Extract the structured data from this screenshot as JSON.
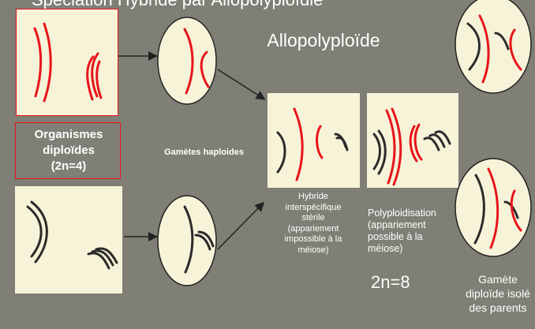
{
  "slide": {
    "background": "#7f7f76",
    "panel_color": "#f6f3d9",
    "chromosome_red": "#e8141a",
    "chromosome_dark": "#2b2b2b"
  },
  "texts": {
    "title_partial": "Spéciation Hybride par Allopolyploïdie",
    "allopolyploide": "Allopolyploïde",
    "organismes_line1": "Organismes",
    "organismes_line2": "diploïdes",
    "organismes_line3": "(2n=4)",
    "gametes_haploides": "Gamètes haploides",
    "hybride": [
      "Hybride",
      "interspécifique",
      "stérile",
      "(appariement",
      "impossible à la",
      "méiose)"
    ],
    "polyploidisation": [
      "Polyploidisation",
      "(appariement",
      "possible à la",
      "méiose)"
    ],
    "two_n_8": "2n=8",
    "gamete_diploide": [
      "Gamète",
      "diploïde isolé",
      "des parents"
    ]
  }
}
